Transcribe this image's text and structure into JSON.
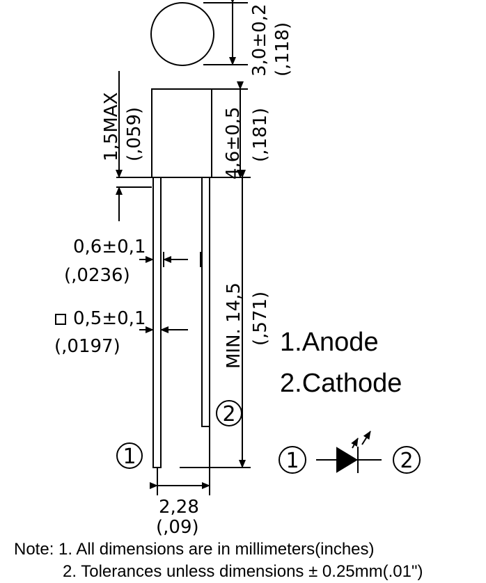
{
  "dimensions": {
    "diameter_mm": "3,0±0,2",
    "diameter_in": "(,118)",
    "flange_mm": "1,5MAX",
    "flange_in": "(,059)",
    "body_length_mm": "4,6±0,5",
    "body_length_in": "(,181)",
    "lead_width_mm": "0,6±0,1",
    "lead_width_in": "(,0236)",
    "lead_square_mm": "0,5±0,1",
    "lead_square_in": "(,0197)",
    "lead_length_mm": "MIN. 14,5",
    "lead_length_in": "(,571)",
    "pitch_mm": "2,28",
    "pitch_in": "(,09)"
  },
  "pins": {
    "pin1_label": "1.Anode",
    "pin2_label": "2.Cathode",
    "pin1_marker": "1",
    "pin2_marker": "2"
  },
  "notes": {
    "line1": "Note: 1. All dimensions are in millimeters(inches)",
    "line2": "2. Tolerances unless dimensions ± 0.25mm(.01\")"
  }
}
